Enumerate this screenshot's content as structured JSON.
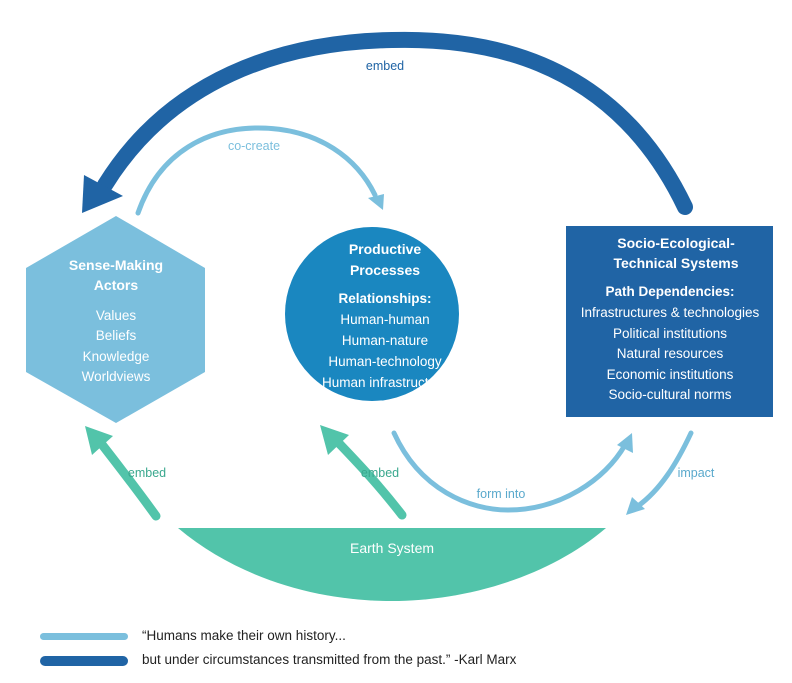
{
  "colors": {
    "dark_blue": "#2064a5",
    "mid_blue": "#1a87c0",
    "light_blue": "#7bbfdd",
    "teal": "#52c4aa",
    "legend_text": "#222222"
  },
  "nodes": {
    "sense_making": {
      "title_lines": [
        "Sense-Making",
        "Actors"
      ],
      "items": [
        "Values",
        "Beliefs",
        "Knowledge",
        "Worldviews"
      ]
    },
    "productive": {
      "title_lines": [
        "Productive",
        "Processes"
      ],
      "subheading": "Relationships:",
      "items": [
        "Human-human",
        "Human-nature",
        "Human-technology",
        "Human infrastructure"
      ]
    },
    "sets": {
      "title_lines": [
        "Socio-Ecological-",
        "Technical Systems"
      ],
      "subheading": "Path Dependencies:",
      "items": [
        "Infrastructures & technologies",
        "Political institutions",
        "Natural resources",
        "Economic institutions",
        "Socio-cultural norms"
      ]
    },
    "earth": {
      "title": "Earth System"
    }
  },
  "arrows": {
    "embed_top": "embed",
    "co_create": "co-create",
    "embed_left": "embed",
    "embed_middle": "embed",
    "form_into": "form into",
    "impact": "impact"
  },
  "legend": {
    "line1": "“Humans make their own history...",
    "line2": "but under circumstances transmitted from the past.” -Karl Marx"
  }
}
